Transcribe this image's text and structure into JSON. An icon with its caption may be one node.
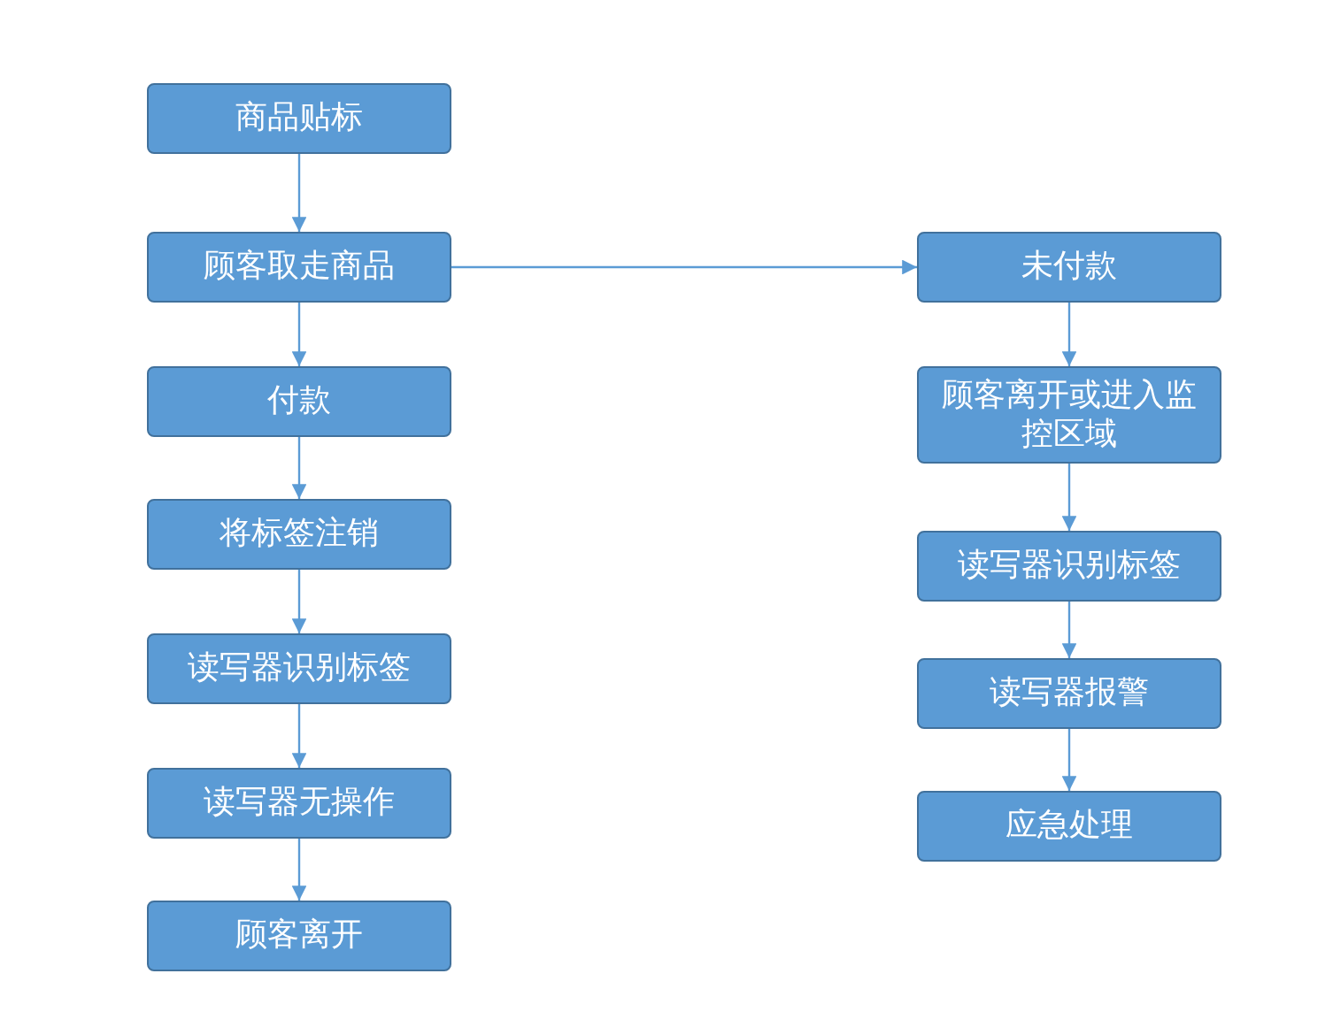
{
  "diagram": {
    "nodes": [
      {
        "text": [
          "商品贴标"
        ]
      },
      {
        "text": [
          "顾客取走商品"
        ]
      },
      {
        "text": [
          "付款"
        ]
      },
      {
        "text": [
          "将标签注销"
        ]
      },
      {
        "text": [
          "读写器识别标签"
        ]
      },
      {
        "text": [
          "读写器无操作"
        ]
      },
      {
        "text": [
          "顾客离开"
        ]
      },
      {
        "text": [
          "未付款"
        ]
      },
      {
        "text": [
          "顾客离开或进入监控区域"
        ]
      },
      {
        "text": [
          "读写器识别标签"
        ]
      },
      {
        "text": [
          "读写器报警"
        ]
      },
      {
        "text": [
          "应急处理"
        ]
      }
    ],
    "edges": [
      {
        "from": 0,
        "to": 1,
        "arrow": "to"
      },
      {
        "from": 1,
        "to": 2,
        "arrow": "to"
      },
      {
        "from": 2,
        "to": 3,
        "arrow": "to"
      },
      {
        "from": 3,
        "to": 4,
        "arrow": "to"
      },
      {
        "from": 4,
        "to": 5,
        "arrow": "to"
      },
      {
        "from": 5,
        "to": 6,
        "arrow": "to"
      },
      {
        "from": 1,
        "to": 7,
        "arrow": "to"
      },
      {
        "from": 7,
        "to": 8,
        "arrow": "to"
      },
      {
        "from": 8,
        "to": 9,
        "arrow": "to"
      },
      {
        "from": 9,
        "to": 10,
        "arrow": "to"
      },
      {
        "from": 10,
        "to": 11,
        "arrow": "to"
      }
    ]
  }
}
